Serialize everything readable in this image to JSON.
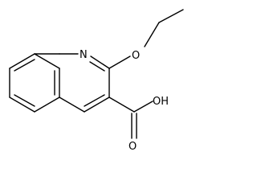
{
  "molecule": {
    "atoms": {
      "N": "N",
      "O_ether": "O",
      "OH": "OH",
      "O_carbonyl": "O"
    },
    "colors": {
      "bond": "#000000",
      "background": "#ffffff"
    }
  }
}
